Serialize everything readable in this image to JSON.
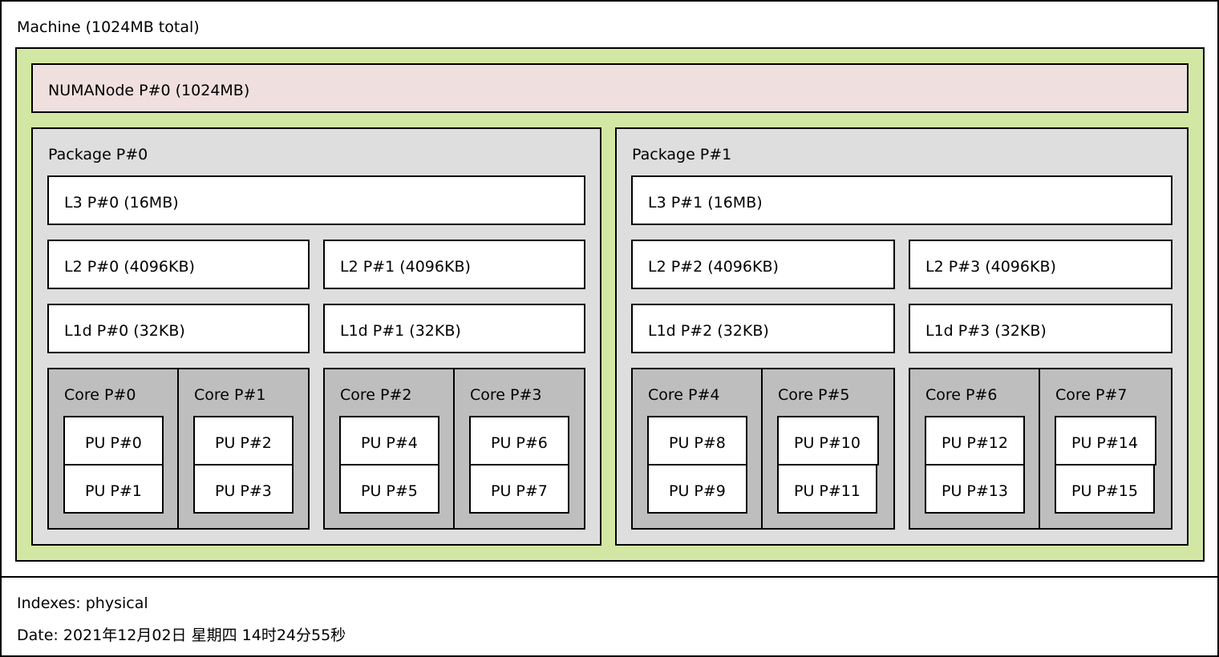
{
  "machine": {
    "label": "Machine (1024MB total)"
  },
  "numa": {
    "label": "NUMANode P#0 (1024MB)"
  },
  "packages": [
    {
      "label": "Package P#0",
      "l3": "L3 P#0 (16MB)",
      "l2": [
        "L2 P#0 (4096KB)",
        "L2 P#1 (4096KB)"
      ],
      "l1d": [
        "L1d P#0 (32KB)",
        "L1d P#1 (32KB)"
      ],
      "cores": [
        {
          "label": "Core P#0",
          "pus": [
            "PU P#0",
            "PU P#1"
          ]
        },
        {
          "label": "Core P#1",
          "pus": [
            "PU P#2",
            "PU P#3"
          ]
        },
        {
          "label": "Core P#2",
          "pus": [
            "PU P#4",
            "PU P#5"
          ]
        },
        {
          "label": "Core P#3",
          "pus": [
            "PU P#6",
            "PU P#7"
          ]
        }
      ]
    },
    {
      "label": "Package P#1",
      "l3": "L3 P#1 (16MB)",
      "l2": [
        "L2 P#2 (4096KB)",
        "L2 P#3 (4096KB)"
      ],
      "l1d": [
        "L1d P#2 (32KB)",
        "L1d P#3 (32KB)"
      ],
      "cores": [
        {
          "label": "Core P#4",
          "pus": [
            "PU P#8",
            "PU P#9"
          ]
        },
        {
          "label": "Core P#5",
          "pus": [
            "PU P#10",
            "PU P#11"
          ]
        },
        {
          "label": "Core P#6",
          "pus": [
            "PU P#12",
            "PU P#13"
          ]
        },
        {
          "label": "Core P#7",
          "pus": [
            "PU P#14",
            "PU P#15"
          ]
        }
      ]
    }
  ],
  "legend": {
    "indexes": "Indexes: physical",
    "date": "Date: 2021年12月02日 星期四 14时24分55秒"
  },
  "colors": {
    "machine": "#ffffff",
    "group": "#d2e7a4",
    "numa": "#efdfde",
    "package": "#dedede",
    "cache": "#ffffff",
    "core": "#bebebe",
    "pu": "#ffffff"
  }
}
